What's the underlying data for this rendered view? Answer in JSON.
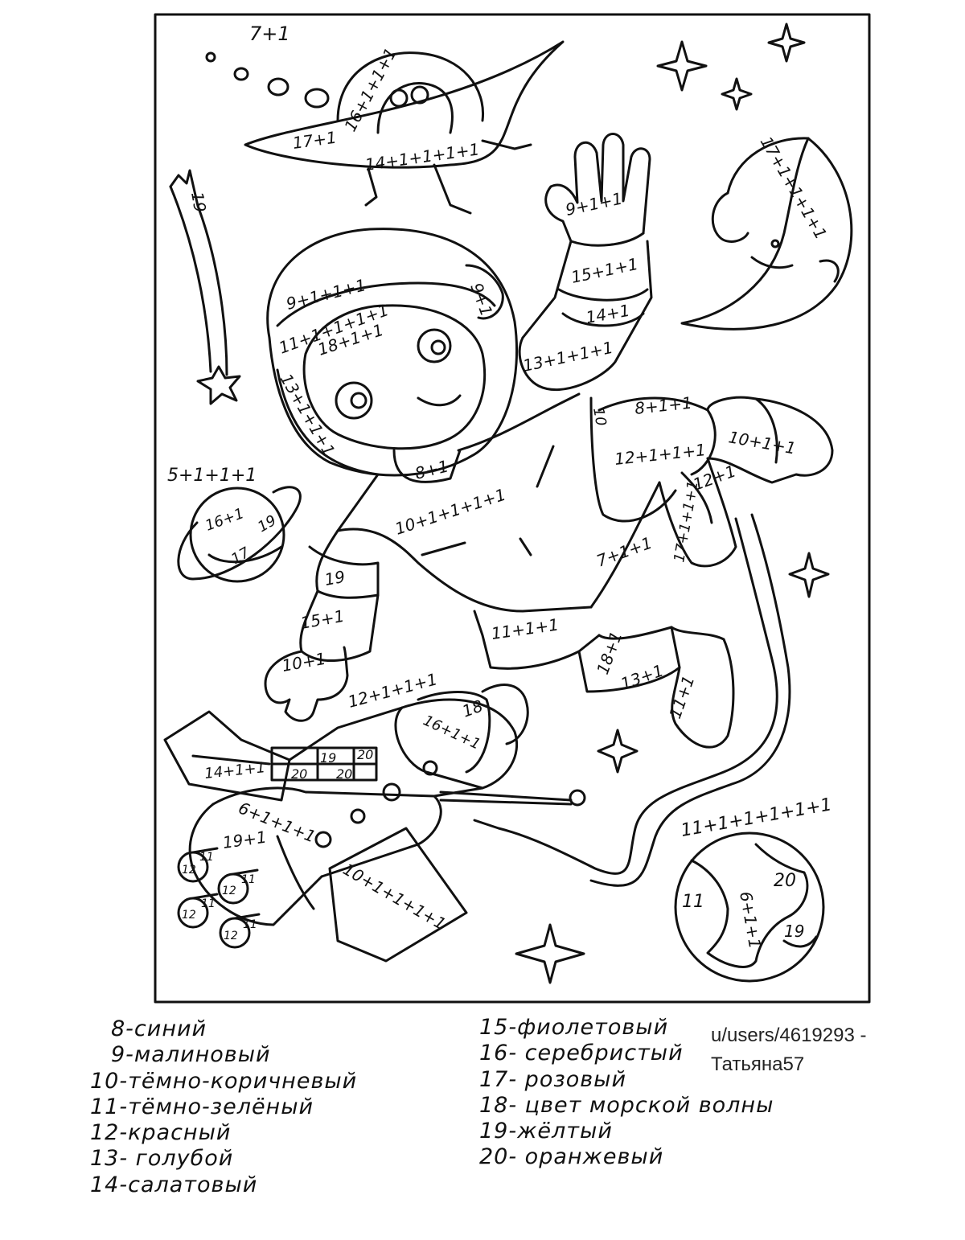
{
  "picture": {
    "ufo": {
      "labels": [
        "7+1",
        "16+1+1+1",
        "17+1",
        "14+1+1+1+1"
      ]
    },
    "comet": {
      "label": "19"
    },
    "moon": {
      "label": "17+1+1+1+1"
    },
    "astronaut": {
      "labels": [
        "9+1+1",
        "15+1+1",
        "14+1",
        "13+1+1+1",
        "9+1+1+1",
        "11+1+1+1+1",
        "18+1+1",
        "9+1",
        "13+1+1+1",
        "8+1",
        "10+1+1+1+1",
        "10",
        "8+1+1",
        "12+1+1+1",
        "10+1+1",
        "12+1",
        "7+1+1",
        "17+1+1+1",
        "19",
        "15+1",
        "10+1",
        "11+1+1",
        "18+1",
        "13+1",
        "11+1"
      ]
    },
    "planet_saturn": {
      "labels": [
        "16+1",
        "19",
        "17"
      ]
    },
    "space_label": "5+1+1+1",
    "station": {
      "labels": [
        "12+1+1+1",
        "16+1+1",
        "18",
        "14+1+1",
        "19",
        "20",
        "20",
        "20",
        "6+1+1+1",
        "19+1",
        "12",
        "11",
        "12",
        "11",
        "12",
        "11",
        "12",
        "11",
        "10+1+1+1+1"
      ]
    },
    "tether_label": "11+1+1+1+1+1",
    "earth": {
      "labels": [
        "20",
        "11",
        "6+1+1",
        "19"
      ]
    }
  },
  "legend": {
    "left": [
      "8-синий",
      "9-малиновый",
      "10-тёмно-коричневый",
      "11-тёмно-зелёный",
      "12-красный",
      "13- голубой",
      "14-салатовый"
    ],
    "right": [
      "15-фиолетовый",
      "16- серебристый",
      "17- розовый",
      "18- цвет морской волны",
      "19-жёлтый",
      "20- оранжевый"
    ]
  },
  "credit": [
    "u/users/4619293 -",
    "Татьяна57"
  ]
}
